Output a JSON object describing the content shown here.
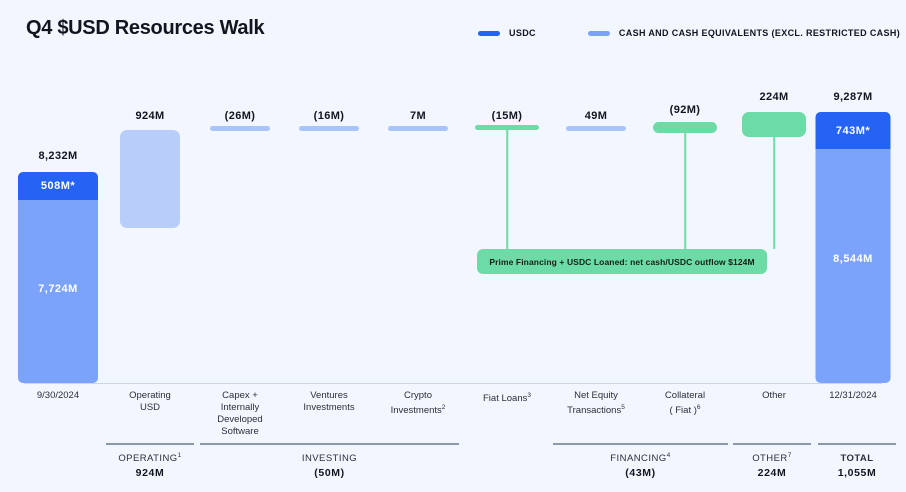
{
  "chart_data": {
    "type": "bar",
    "chart_subtype": "waterfall",
    "title": "Q4 $USD Resources Walk",
    "xlabel": "",
    "ylabel": "",
    "grid": false,
    "legend": {
      "position": "top-right",
      "entries": [
        {
          "name": "USDC",
          "label": "USDC",
          "color": "#2563f5"
        },
        {
          "name": "cash-and-equivalents",
          "label": "CASH AND CASH EQUIVALENTS (EXCL. RESTRICTED CASH)",
          "color": "#7ba3fb"
        }
      ]
    },
    "categories": [
      "9/30/2024",
      "Operating USD",
      "Capex + Internally Developed Software",
      "Ventures Investments",
      "Crypto Investments2",
      "Fiat Loans3",
      "Net Equity Transactions5",
      "Collateral (Fiat)6",
      "Other",
      "12/31/2024"
    ],
    "values": [
      8232,
      924,
      -26,
      -16,
      7,
      -15,
      49,
      -92,
      224,
      9287
    ],
    "value_labels": [
      "8,232M",
      "924M",
      "(26M)",
      "(16M)",
      "7M",
      "(15M)",
      "49M",
      "(92M)",
      "224M",
      "9,287M"
    ],
    "stacked_totals": [
      {
        "category": "9/30/2024",
        "total": 8232,
        "total_label": "8,232M",
        "segments": [
          {
            "name": "USDC",
            "value": 508,
            "label": "508M*"
          },
          {
            "name": "Cash and cash equivalents",
            "value": 7724,
            "label": "7,724M"
          }
        ]
      },
      {
        "category": "12/31/2024",
        "total": 9287,
        "total_label": "9,287M",
        "segments": [
          {
            "name": "USDC",
            "value": 743,
            "label": "743M*"
          },
          {
            "name": "Cash and cash equivalents",
            "value": 8544,
            "label": "8,544M"
          }
        ]
      }
    ],
    "annotations": [
      {
        "text": "Prime Financing + USDC Loaned: net cash/USDC outflow $124M",
        "spans": [
          "Fiat Loans3",
          "Collateral (Fiat)6",
          "Other"
        ],
        "color": "#6ddba5"
      }
    ],
    "groups": [
      {
        "name": "OPERATING",
        "footnote": "1",
        "value": 924,
        "value_label": "924M"
      },
      {
        "name": "INVESTING",
        "footnote": "",
        "value": -50,
        "value_label": "(50M)"
      },
      {
        "name": "FINANCING",
        "footnote": "4",
        "value": -43,
        "value_label": "(43M)"
      },
      {
        "name": "OTHER",
        "footnote": "7",
        "value": 224,
        "value_label": "224M"
      },
      {
        "name": "TOTAL",
        "footnote": "",
        "value": 1055,
        "value_label": "1,055M"
      }
    ]
  },
  "header": {
    "title": "Q4 $USD Resources Walk"
  },
  "legend": {
    "usdc_label": "USDC",
    "cash_label": "CASH AND CASH EQUIVALENTS (EXCL. RESTRICTED CASH)"
  },
  "columns": [
    {
      "value_label": "8,232M",
      "usdc_label": "508M*",
      "cash_label": "7,724M",
      "x_line1": "9/30/2024",
      "x_line2": "",
      "x_line3": "",
      "x_line4": ""
    },
    {
      "value_label": "924M",
      "x_line1": "Operating",
      "x_line2": "USD",
      "x_line3": "",
      "x_line4": ""
    },
    {
      "value_label": "(26M)",
      "x_line1": "Capex +",
      "x_line2": "Internally",
      "x_line3": "Developed",
      "x_line4": "Software"
    },
    {
      "value_label": "(16M)",
      "x_line1": "Ventures",
      "x_line2": "Investments",
      "x_line3": "",
      "x_line4": ""
    },
    {
      "value_label": "7M",
      "x_line1": "Crypto",
      "x_line2": "Investments",
      "x_sup2": "2",
      "x_line3": "",
      "x_line4": ""
    },
    {
      "value_label": "(15M)",
      "x_line1": "Fiat Loans",
      "x_sup1": "3",
      "x_line2": "",
      "x_line3": "",
      "x_line4": ""
    },
    {
      "value_label": "49M",
      "x_line1": "Net Equity",
      "x_line2": "Transactions",
      "x_sup2": "5",
      "x_line3": "",
      "x_line4": ""
    },
    {
      "value_label": "(92M)",
      "x_line1": "Collateral",
      "x_line2": "( Fiat )",
      "x_sup2": "6",
      "x_line3": "",
      "x_line4": ""
    },
    {
      "value_label": "224M",
      "x_line1": "Other",
      "x_line2": "",
      "x_line3": "",
      "x_line4": ""
    },
    {
      "value_label": "9,287M",
      "usdc_label": "743M*",
      "cash_label": "8,544M",
      "x_line1": "12/31/2024",
      "x_line2": "",
      "x_line3": "",
      "x_line4": ""
    }
  ],
  "annotation": {
    "text": "Prime Financing + USDC Loaned: net cash/USDC outflow $124M"
  },
  "summary": [
    {
      "name": "OPERATING",
      "sup": "1",
      "value": "924M"
    },
    {
      "name": "INVESTING",
      "sup": "",
      "value": "(50M)"
    },
    {
      "name": "FINANCING",
      "sup": "4",
      "value": "(43M)"
    },
    {
      "name": "OTHER",
      "sup": "7",
      "value": "224M"
    },
    {
      "name": "TOTAL",
      "sup": "",
      "value": "1,055M"
    }
  ],
  "colors": {
    "background": "#f2f6fe",
    "usdc": "#2563f5",
    "cash": "#7ba3fb",
    "operating_block": "#b9cdfb",
    "thin_bar": "#a9c3fb",
    "green": "#6ddba5",
    "axis": "#ccd6e8",
    "text": "#13151c"
  }
}
